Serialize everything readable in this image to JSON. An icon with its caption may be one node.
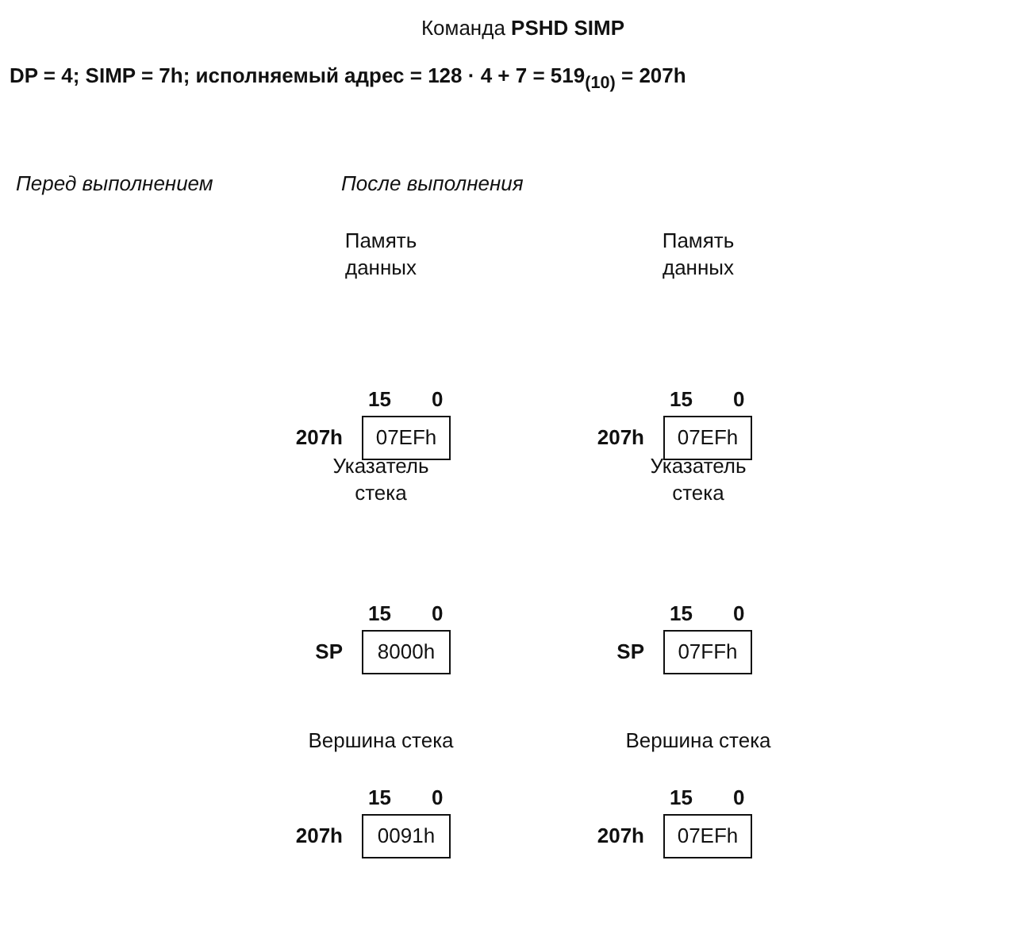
{
  "diagram": {
    "title": "Команда **PSHD SIMP**",
    "nodes": [
      {
        "text": [
          "07EFh"
        ],
        "beside": [
          "15",
          "0",
          "207h"
        ]
      },
      {
        "text": [
          "07EFh"
        ],
        "beside": [
          "15",
          "0",
          "207h"
        ]
      },
      {
        "text": [
          "8000h"
        ],
        "beside": [
          "15",
          "0",
          "SP"
        ]
      },
      {
        "text": [
          "07FFh"
        ],
        "beside": [
          "15",
          "0",
          "SP"
        ]
      },
      {
        "text": [
          "0091h"
        ],
        "beside": [
          "15",
          "0",
          "207h"
        ]
      },
      {
        "text": [
          "07EFh"
        ],
        "beside": [
          "15",
          "0",
          "207h"
        ]
      }
    ],
    "labels": [
      "DP = 4; SIMP = 7h; исполняемый адрес = 128 · 4 + 7 = 519$_{(10)}$ = 207h",
      "Перед выполнением",
      "После выполнения",
      "Память данных",
      "Память данных",
      "Указатель стека",
      "Указатель стека",
      "Вершина стека",
      "Вершина стека"
    ]
  }
}
